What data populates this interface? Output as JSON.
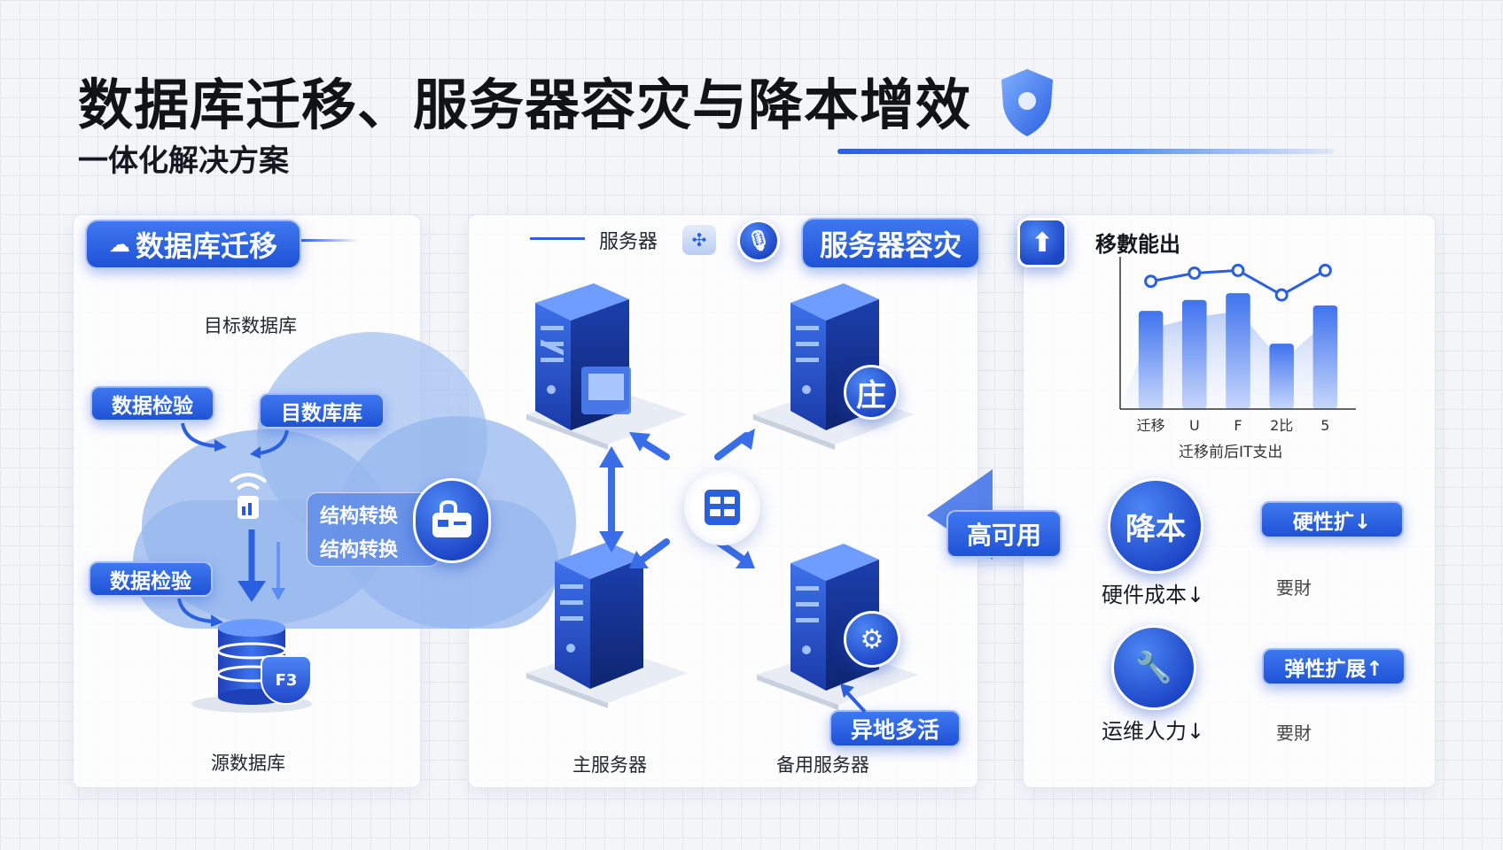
{
  "header": {
    "title": "数据库迁移、服务器容灾与降本增效",
    "subtitle": "一体化解决方案"
  },
  "db_panel": {
    "badge": "数据库迁移",
    "target_label": "目标数据库",
    "source_label": "源数据库",
    "validate_top": "数据检验",
    "mid_db": "目数库库",
    "validate_bottom": "数据检验",
    "convert_line1": "结构转换",
    "convert_line2": "结构转换",
    "db_shield_text": "F3"
  },
  "server_panel": {
    "small_label": "服务器",
    "badge": "服务器容灾",
    "primary_label": "主服务器",
    "backup_label": "备用服务器",
    "active_badge": "异地多活",
    "backup_badge_text": "庄"
  },
  "cost_panel": {
    "title": "移數能出",
    "chart_caption": "迁移前后IT支出",
    "ha_badge": "高可用",
    "cost_down_circle": "降本",
    "hw_cost": "硬件成本↓",
    "ops_cost": "运维人力↓",
    "pill_top": "硬性扩↓",
    "pill_bottom": "弹性扩展↑",
    "note_top": "要財",
    "note_bottom": "要財"
  },
  "chart_data": {
    "type": "bar",
    "categories": [
      "迁移",
      "U",
      "F",
      "2比",
      "5"
    ],
    "series": [
      {
        "values": [
          0.72,
          0.8,
          0.85,
          0.48,
          0.76
        ]
      },
      {
        "type": "line",
        "values": [
          0.82,
          0.88,
          0.9,
          0.72,
          0.9
        ]
      }
    ],
    "title": "",
    "xlabel": "迁移前后IT支出",
    "ylabel": "",
    "ylim": [
      0,
      1
    ]
  },
  "colors": {
    "primary": "#1f52d6",
    "accent": "#3f78f0",
    "cloud": "#96b7ee"
  }
}
